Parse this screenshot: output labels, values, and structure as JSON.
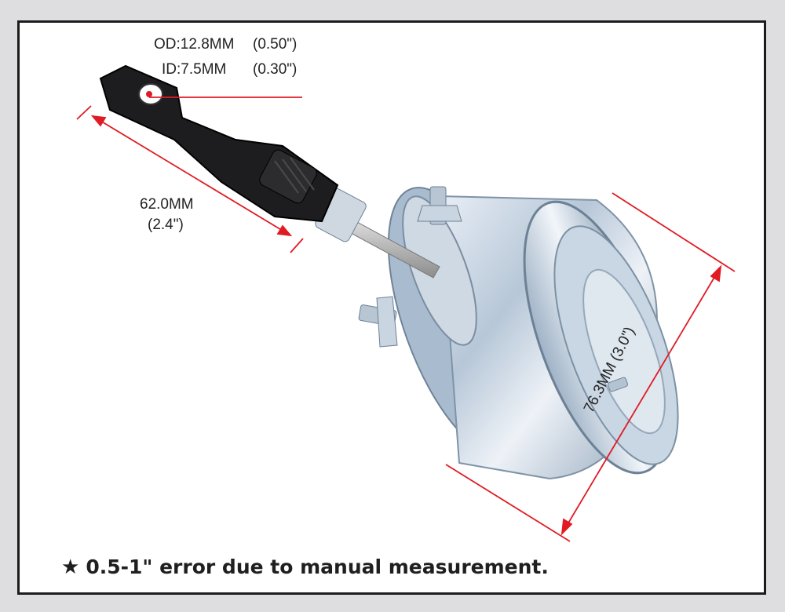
{
  "dimensions": {
    "od_mm": "OD:12.8MM",
    "od_in": "(0.50\")",
    "id_mm": "ID:7.5MM",
    "id_in": "(0.30\")",
    "length_mm": "62.0MM",
    "length_in": "(2.4\")",
    "diameter": "76.3MM (3.0\")"
  },
  "footnote": {
    "icon": "star-icon",
    "text": "0.5-1\" error due to manual measurement."
  },
  "colors": {
    "dimension_line": "#e01b24",
    "frame": "#1c1c1c"
  }
}
